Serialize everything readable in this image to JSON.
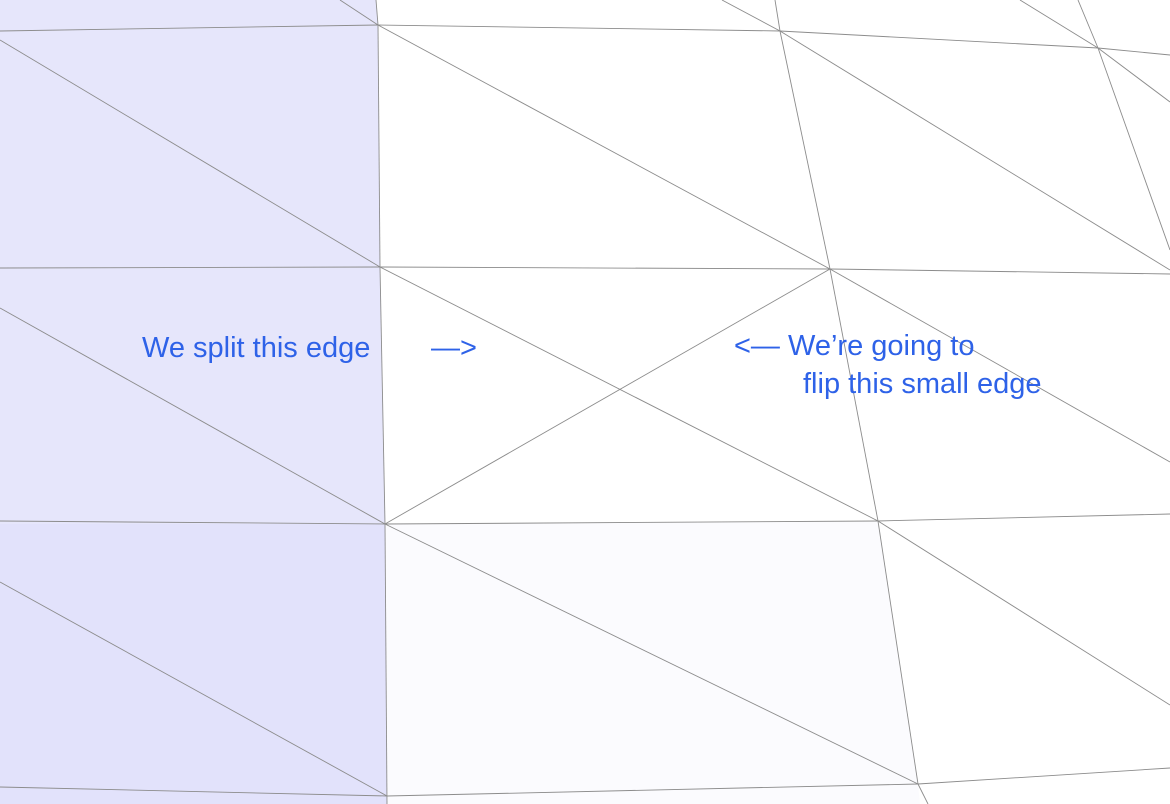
{
  "colors": {
    "mesh_line": "#8c8c8c",
    "annotation_text": "#2e62e8",
    "region_left": "#e6e6fb",
    "region_bottom_light": "#fbfbfe",
    "background": "#ffffff"
  },
  "annotations": {
    "split_label": "We split this edge",
    "split_arrow": "—>",
    "flip_line1": "<— We’re going to",
    "flip_line2": "flip this small edge"
  }
}
